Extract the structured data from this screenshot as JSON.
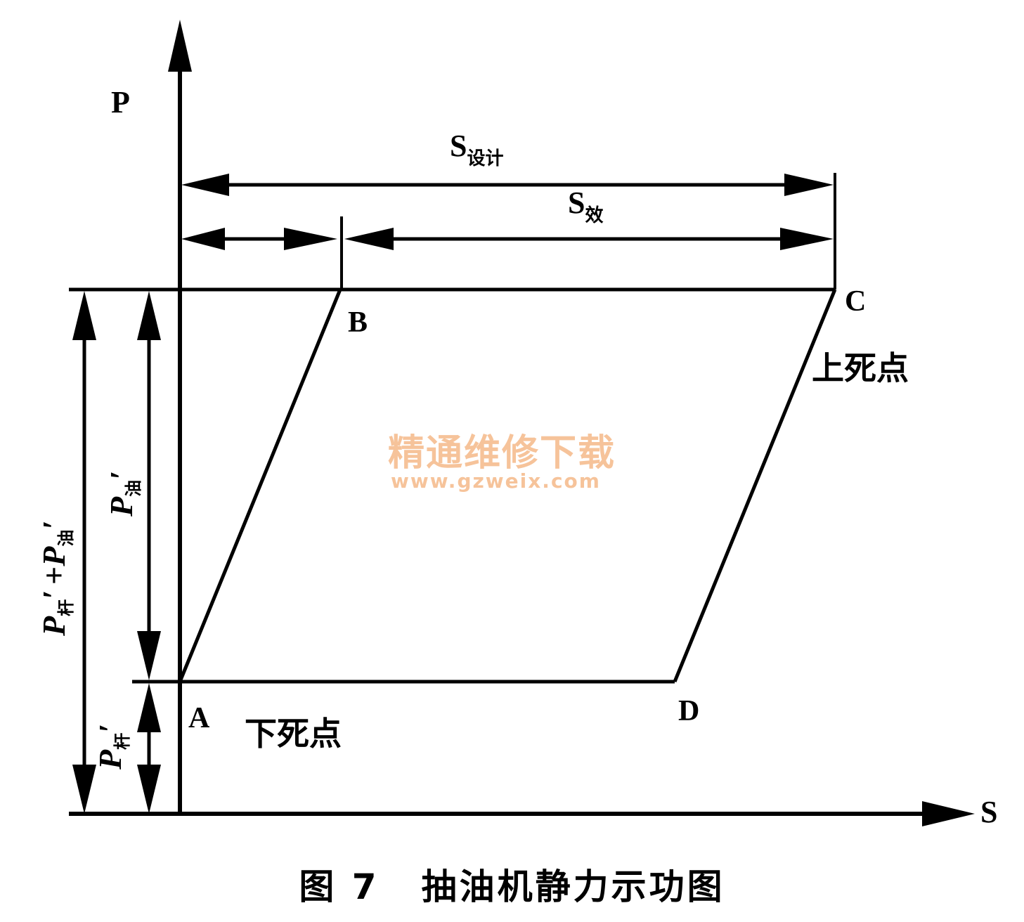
{
  "axes": {
    "y_label": "P",
    "x_label": "S"
  },
  "points": {
    "A": "A",
    "B": "B",
    "C": "C",
    "D": "D"
  },
  "annotations": {
    "top_dead_center": "上死点",
    "bottom_dead_center": "下死点"
  },
  "dimensions": {
    "s_design": {
      "main": "S",
      "sub": "设计"
    },
    "s_effective": {
      "main": "S",
      "sub": "效"
    },
    "p_oil": {
      "main": "P",
      "sub": "油",
      "prime": "′"
    },
    "p_rod": {
      "main": "P",
      "sub": "杆",
      "prime": "′"
    },
    "p_rod_plus_oil": {
      "main1": "P",
      "sub1": "杆",
      "prime1": "′",
      "plus": "+",
      "main2": "P",
      "sub2": "油",
      "prime2": "′"
    }
  },
  "watermark": {
    "line1": "精通维修下载",
    "line2": "www.gzweix.com"
  },
  "caption": {
    "figure_number": "图 7",
    "title": "抽油机静力示功图"
  },
  "colors": {
    "ink": "#000000",
    "watermark": "#f6c39a"
  }
}
